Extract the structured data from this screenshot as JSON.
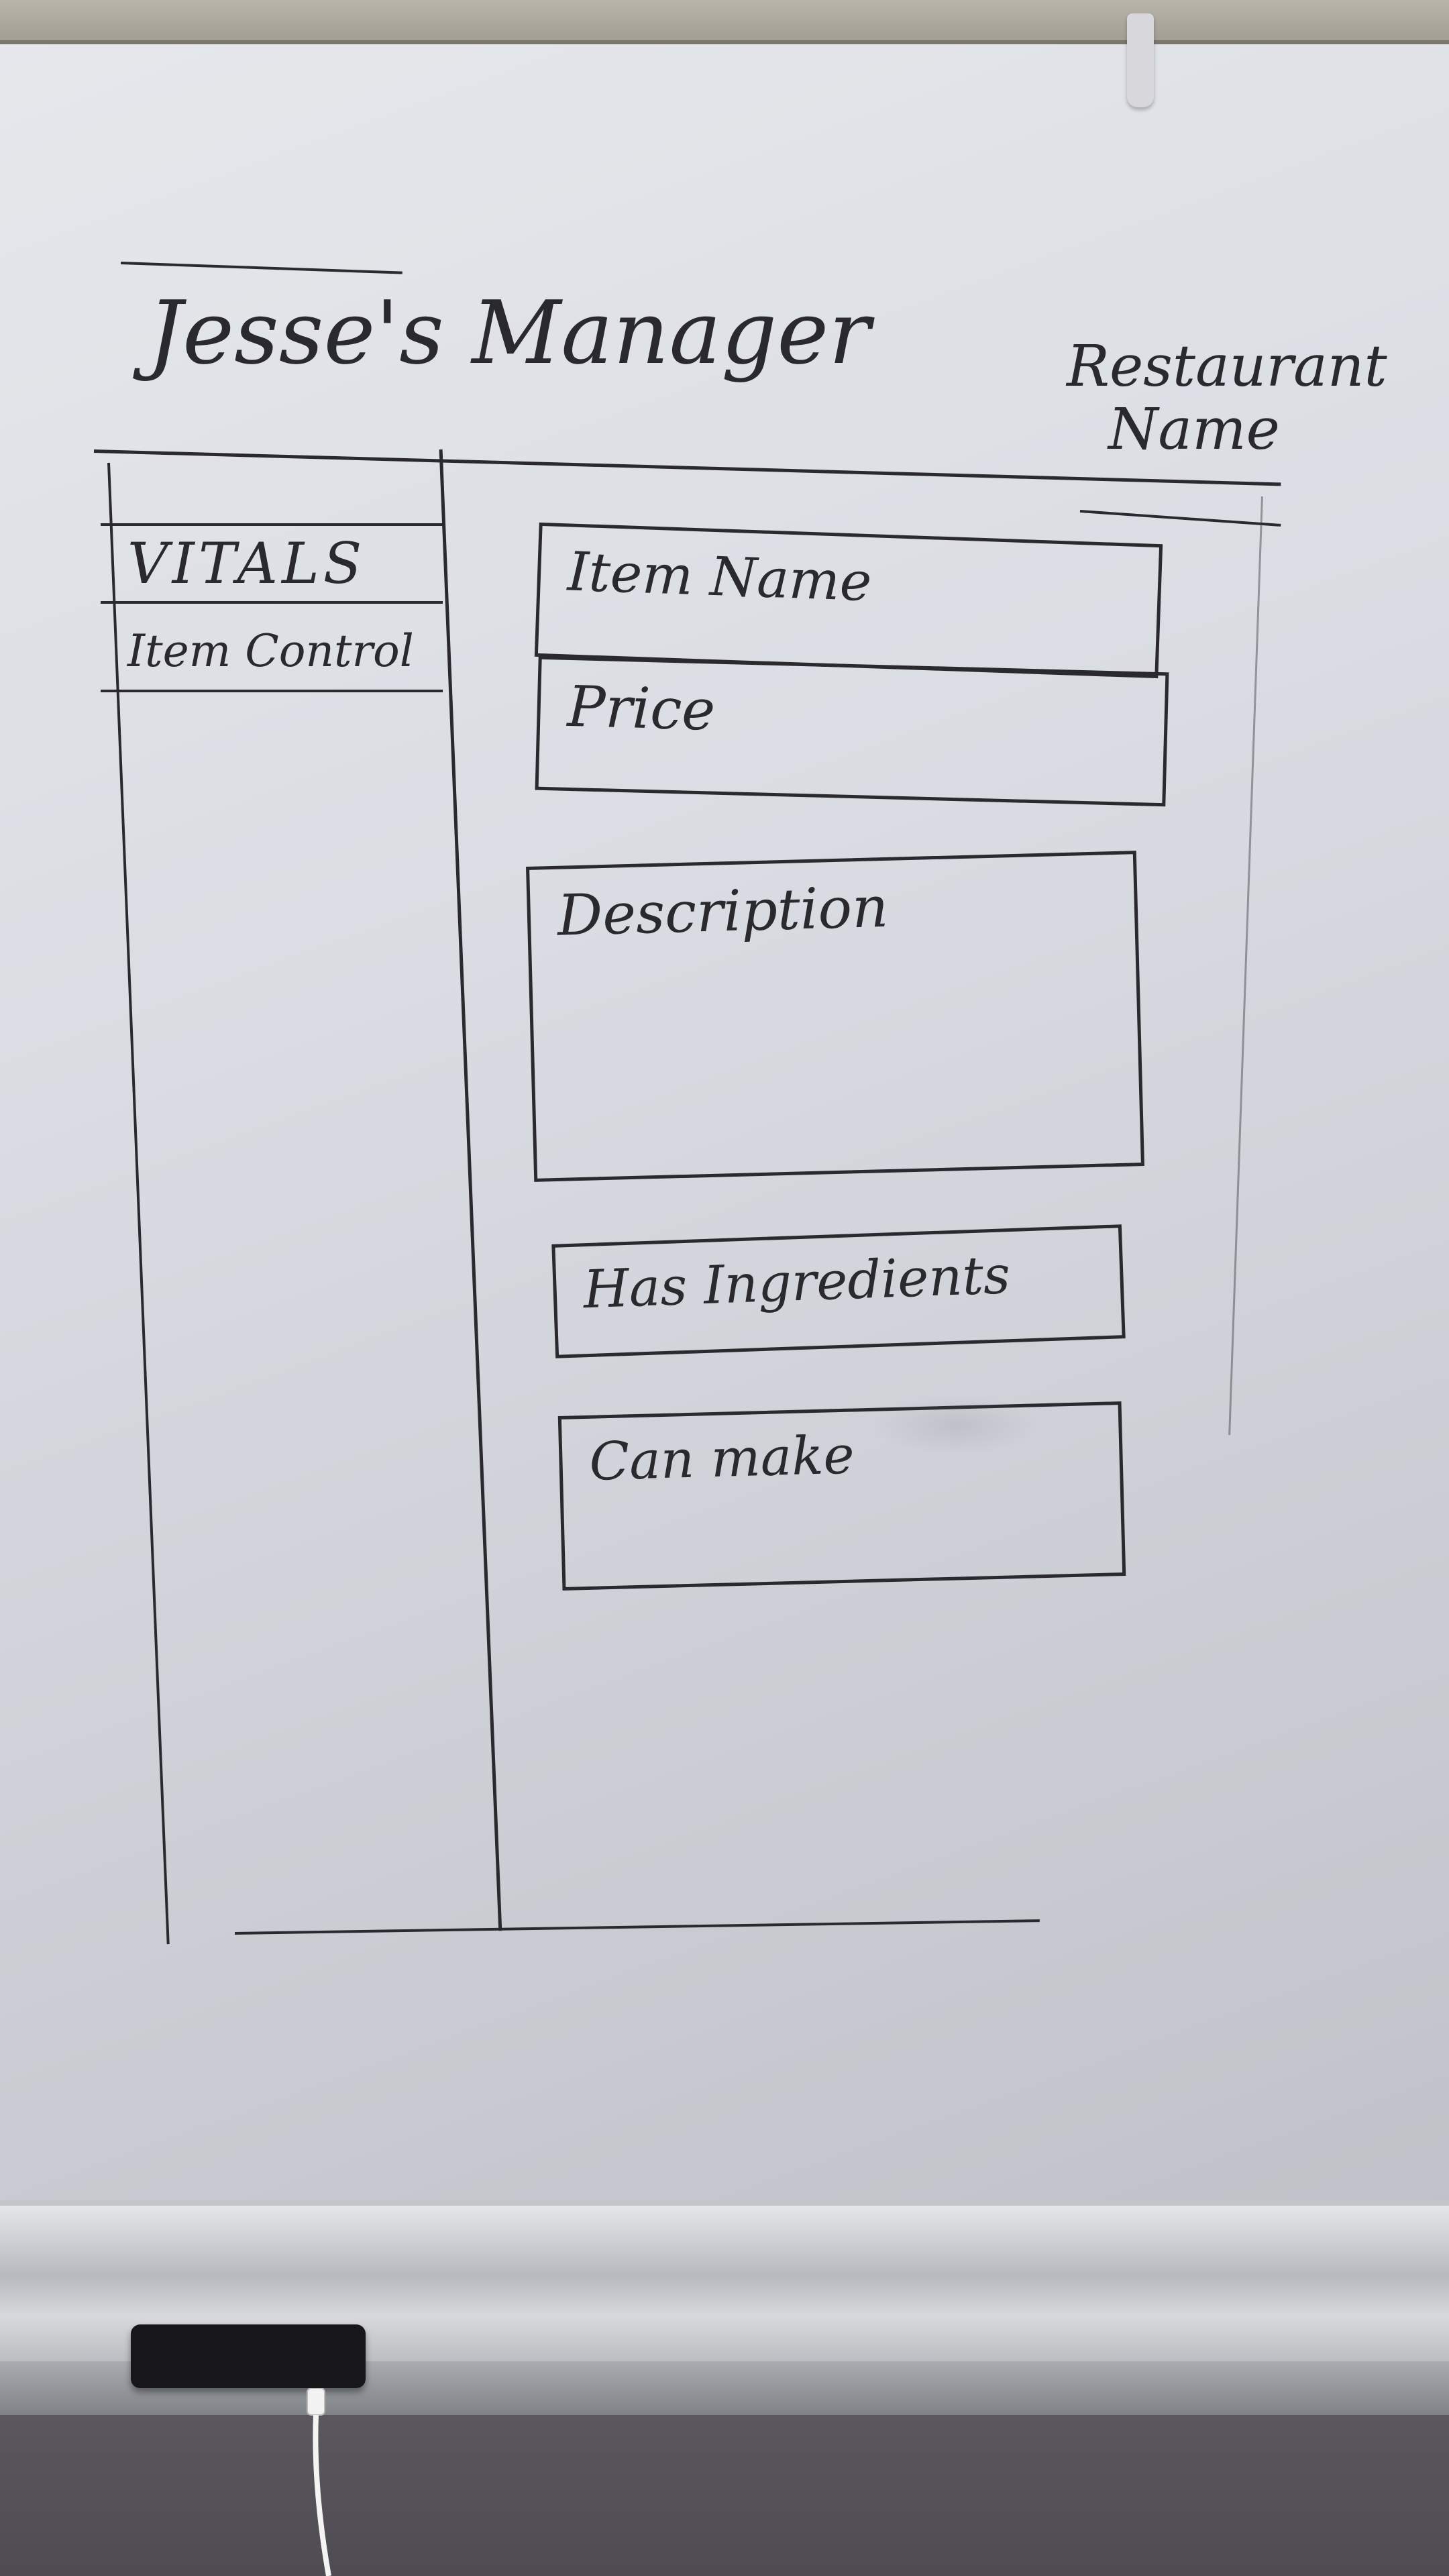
{
  "app": {
    "title": "Jesse's Manager",
    "restaurant_name": "Restaurant Name"
  },
  "sidebar": {
    "items": [
      {
        "label": "VITALS"
      },
      {
        "label": "Item Control"
      }
    ]
  },
  "form": {
    "fields": [
      {
        "label": "Item Name"
      },
      {
        "label": "Price"
      },
      {
        "label": "Description"
      },
      {
        "label": "Has Ingredients"
      },
      {
        "label": "Can make"
      }
    ]
  },
  "colors": {
    "ink": "#2a2a2e",
    "board": "#dcdfe4"
  }
}
